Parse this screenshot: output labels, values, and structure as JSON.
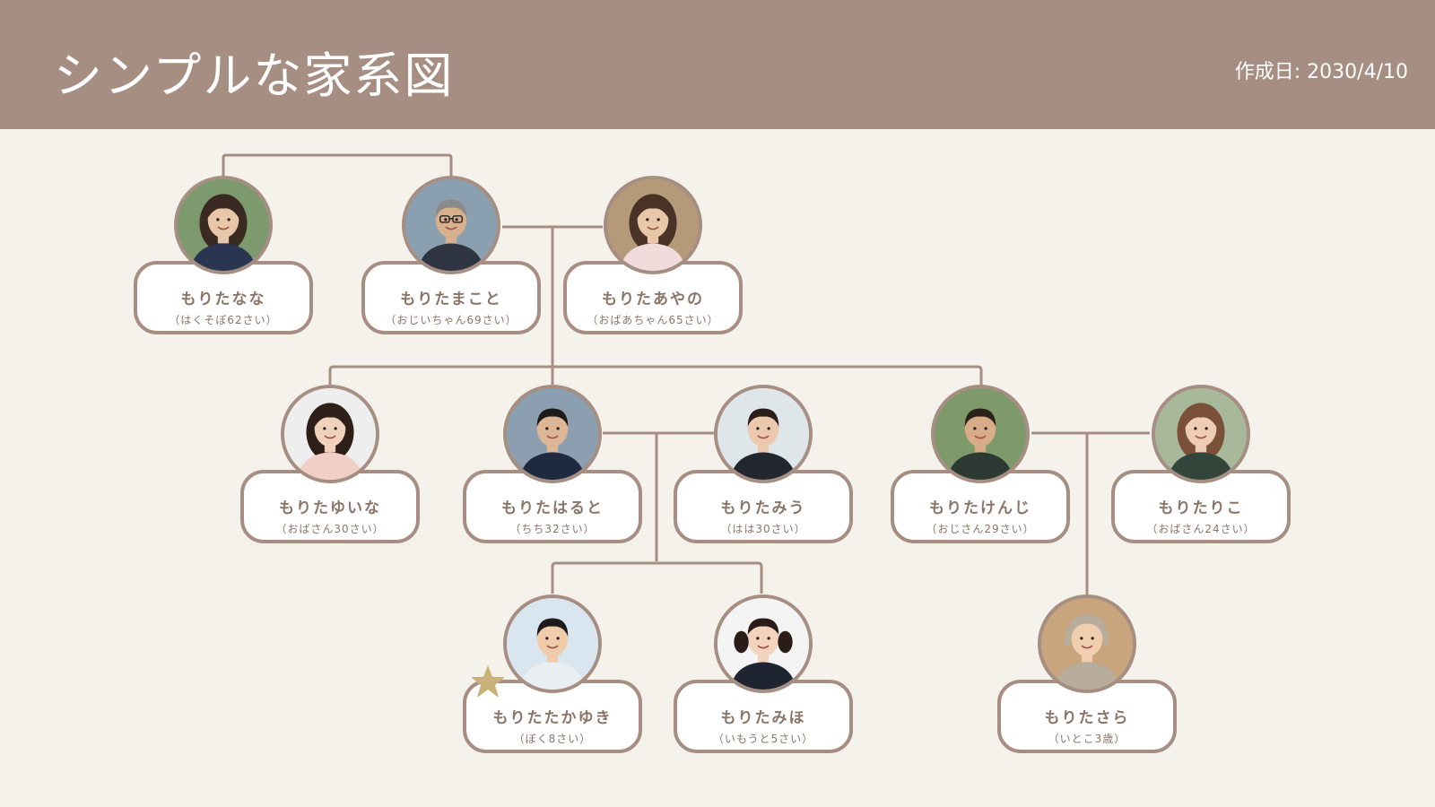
{
  "header": {
    "title": "シンプルな家系図",
    "date": "作成日: 2030/4/10"
  },
  "colors": {
    "header_bg": "#a68f82",
    "background": "#f5f2ec",
    "line": "#a68f82",
    "text": "#8b7568",
    "star": "#c9b27a"
  },
  "members": [
    {
      "name": "もりたなな",
      "sub": "（はくそぼ62さい）",
      "photo": "woman-striped-shirt",
      "photo_bg": "#7c9a6e",
      "skin": "#e8c6a8",
      "hair": "#3b2a22",
      "cloth": "#2a3552"
    },
    {
      "name": "もりたまこと",
      "sub": "（おじいちゃん69さい）",
      "photo": "older-man-glasses",
      "photo_bg": "#8aa0b0",
      "skin": "#d9b08e",
      "hair": "#8a8a8a",
      "cloth": "#2e3440"
    },
    {
      "name": "もりたあやの",
      "sub": "（おばあちゃん65さい）",
      "photo": "woman-smiling",
      "photo_bg": "#b59a7a",
      "skin": "#e9c7a9",
      "hair": "#4a3326",
      "cloth": "#f1dcdc"
    },
    {
      "name": "もりたゆいな",
      "sub": "（おばさん30さい）",
      "photo": "young-woman",
      "photo_bg": "#eeeeee",
      "skin": "#f0d2bc",
      "hair": "#2e2019",
      "cloth": "#f2cfc6"
    },
    {
      "name": "もりたはると",
      "sub": "（ちち32さい）",
      "photo": "man-suit",
      "photo_bg": "#8c9fb0",
      "skin": "#dcb695",
      "hair": "#1e1a18",
      "cloth": "#1f2a40"
    },
    {
      "name": "もりたみう",
      "sub": "（はは30さい）",
      "photo": "woman-suit",
      "photo_bg": "#dfe6ea",
      "skin": "#ecc8ad",
      "hair": "#2a1f1a",
      "cloth": "#22262e"
    },
    {
      "name": "もりたけんじ",
      "sub": "（おじさん29さい）",
      "photo": "man-apron",
      "photo_bg": "#7f9a6a",
      "skin": "#d8ac88",
      "hair": "#2c221c",
      "cloth": "#2d3a33"
    },
    {
      "name": "もりたりこ",
      "sub": "（おばさん24さい）",
      "photo": "woman-apron",
      "photo_bg": "#a8b89a",
      "skin": "#efcdb4",
      "hair": "#7a5038",
      "cloth": "#33443a"
    },
    {
      "name": "もりたたかゆき",
      "sub": "（ぼく8さい）",
      "photo": "boy-smiling",
      "photo_bg": "#d9e6f0",
      "skin": "#f0ccaa",
      "hair": "#1d1a19",
      "cloth": "#e9eef2"
    },
    {
      "name": "もりたみほ",
      "sub": "（いもうと5さい）",
      "photo": "girl-pigtails",
      "photo_bg": "#f4f4f4",
      "skin": "#f3d3bd",
      "hair": "#2a1d17",
      "cloth": "#1e2430"
    },
    {
      "name": "もりたさら",
      "sub": "（いとこ3歳）",
      "photo": "baby-hood",
      "photo_bg": "#c9a57e",
      "skin": "#f1cfae",
      "hair": "#6b5646",
      "cloth": "#b8ad9c"
    }
  ],
  "badge": {
    "icon": "star-icon"
  }
}
